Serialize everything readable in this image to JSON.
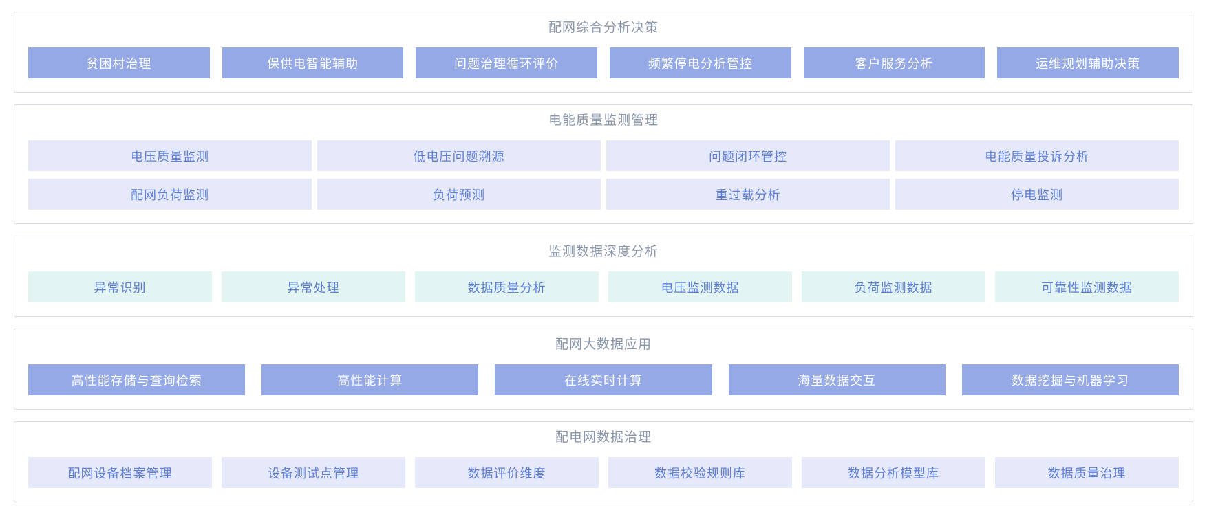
{
  "page": {
    "background": "#ffffff",
    "panel_border_color": "#d9dce2",
    "title_color": "#8a96ab"
  },
  "colors": {
    "solid_button_bg": "#94a9e6",
    "solid_button_text": "#ffffff",
    "lavender_button_bg": "#e6e9fa",
    "mint_button_bg": "#e3f5f2",
    "light_button_text": "#5d7ed6"
  },
  "sections": [
    {
      "id": "comprehensive-analysis-decision",
      "title": "配网综合分析决策",
      "style": "solid",
      "gap": 18,
      "rows": [
        [
          "贫困村治理",
          "保供电智能辅助",
          "问题治理循环评价",
          "频繁停电分析管控",
          "客户服务分析",
          "运维规划辅助决策"
        ]
      ]
    },
    {
      "id": "power-quality-monitoring",
      "title": "电能质量监测管理",
      "style": "lavender",
      "gap": 8,
      "rows": [
        [
          "电压质量监测",
          "低电压问题溯源",
          "问题闭环管控",
          "电能质量投诉分析"
        ],
        [
          "配网负荷监测",
          "负荷预测",
          "重过载分析",
          "停电监测"
        ]
      ]
    },
    {
      "id": "monitoring-data-deep-analysis",
      "title": "监测数据深度分析",
      "style": "mint",
      "gap": 14,
      "rows": [
        [
          "异常识别",
          "异常处理",
          "数据质量分析",
          "电压监测数据",
          "负荷监测数据",
          "可靠性监测数据"
        ]
      ]
    },
    {
      "id": "big-data-application",
      "title": "配网大数据应用",
      "style": "solid",
      "gap": 24,
      "rows": [
        [
          "高性能存储与查询检索",
          "高性能计算",
          "在线实时计算",
          "海量数据交互",
          "数据挖掘与机器学习"
        ]
      ]
    },
    {
      "id": "data-governance",
      "title": "配电网数据治理",
      "style": "lavender",
      "gap": 14,
      "rows": [
        [
          "配网设备档案管理",
          "设备测试点管理",
          "数据评价维度",
          "数据校验规则库",
          "数据分析模型库",
          "数据质量治理"
        ]
      ]
    }
  ]
}
